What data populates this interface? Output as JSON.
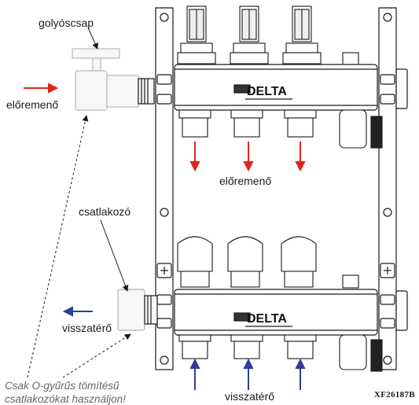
{
  "labels": {
    "ball_valve": "golyóscsap",
    "supply_left": "előremenő",
    "supply_middle": "előremenő",
    "connector": "csatlakozó",
    "return_left": "visszatérő",
    "return_bottom": "visszatérő",
    "note_line1": "Csak O-gyűrűs tömítésű",
    "note_line2": "csatlakozókat használjon!",
    "drawing_code": "XF26187B"
  },
  "brand": {
    "upper": "DELTA",
    "lower": "DELTA"
  },
  "colors": {
    "supply_arrow": "#e0251b",
    "return_arrow": "#2a3f9e",
    "line": "#1a1a1a",
    "note_text": "#666666"
  }
}
